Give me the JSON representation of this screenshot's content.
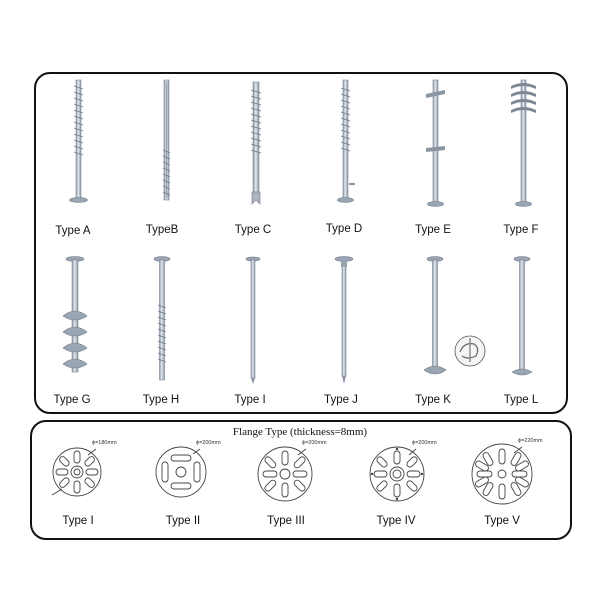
{
  "piles": [
    {
      "label": "Type A"
    },
    {
      "label": "TypeB"
    },
    {
      "label": "Type C"
    },
    {
      "label": "Type D"
    },
    {
      "label": "Type E"
    },
    {
      "label": "Type F"
    },
    {
      "label": "Type G"
    },
    {
      "label": "Type H"
    },
    {
      "label": "Type I"
    },
    {
      "label": "Type J"
    },
    {
      "label": "Type K"
    },
    {
      "label": "Type L"
    }
  ],
  "flange_section": {
    "title": "Flange Type (thickness=8mm)",
    "flanges": [
      {
        "label": "Type I",
        "diameter": "ϕ=180mm"
      },
      {
        "label": "Type II",
        "diameter": "ϕ=200mm"
      },
      {
        "label": "Type III",
        "diameter": "ϕ=200mm"
      },
      {
        "label": "Type IV",
        "diameter": "ϕ=200mm"
      },
      {
        "label": "Type V",
        "diameter": "ϕ=220mm"
      }
    ]
  },
  "colors": {
    "pile_steel": "#b9c3cf",
    "pile_edge": "#7d8896",
    "outline": "#111111"
  }
}
